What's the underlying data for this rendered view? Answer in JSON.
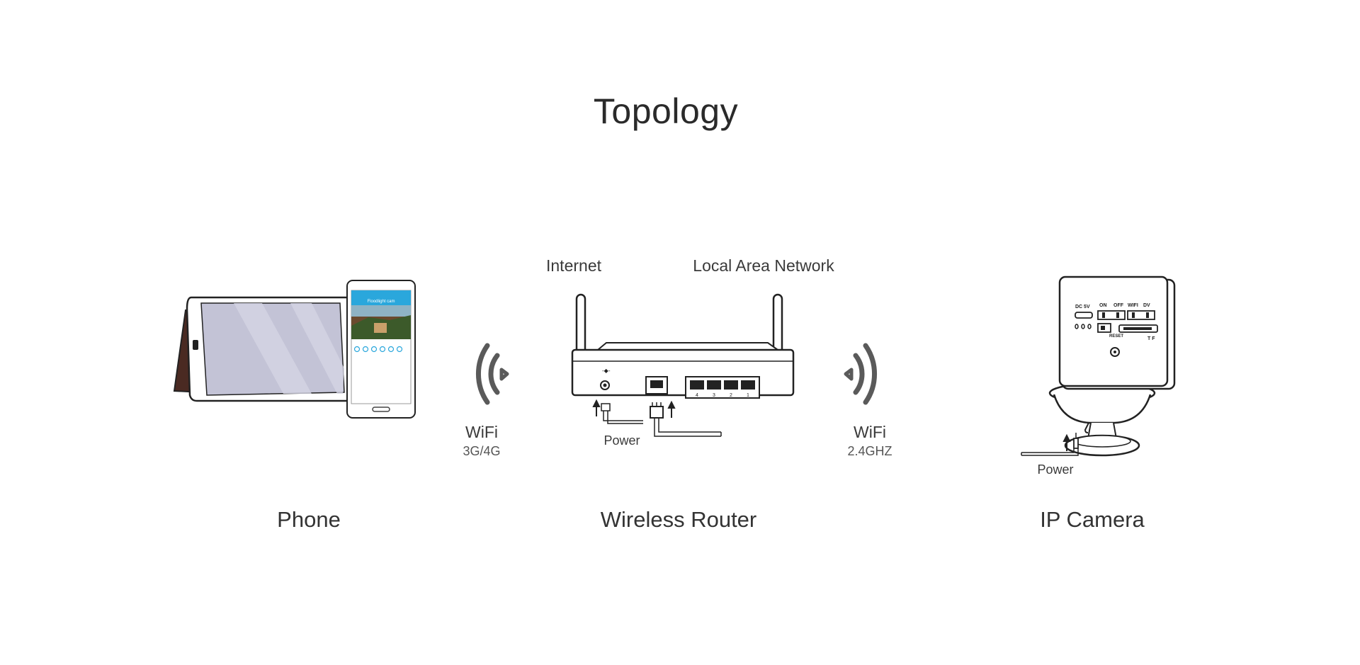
{
  "title": "Topology",
  "devices": {
    "phone": {
      "caption": "Phone",
      "app_title": "Floodlight cam"
    },
    "router": {
      "caption": "Wireless Router",
      "internet_label": "Internet",
      "lan_label": "Local Area Network",
      "power_label": "Power"
    },
    "camera": {
      "caption": "IP Camera",
      "power_label": "Power",
      "dc_label": "DC 5V",
      "on_label": "ON",
      "off_label": "OFF",
      "wifi_label": "WIFI",
      "dv_label": "DV",
      "reset_label": "RESET",
      "tf_label": "T F"
    }
  },
  "links": {
    "left": {
      "label": "WiFi",
      "sub": "3G/4G"
    },
    "right": {
      "label": "WiFi",
      "sub": "2.4GHZ"
    }
  },
  "router_ports": [
    "4",
    "3",
    "2",
    "1"
  ],
  "colors": {
    "signal": "#5a5a5a",
    "stand": "#4a2a22",
    "tablet_screen": "#c3c3d6",
    "app_bar": "#2aa7dc"
  }
}
